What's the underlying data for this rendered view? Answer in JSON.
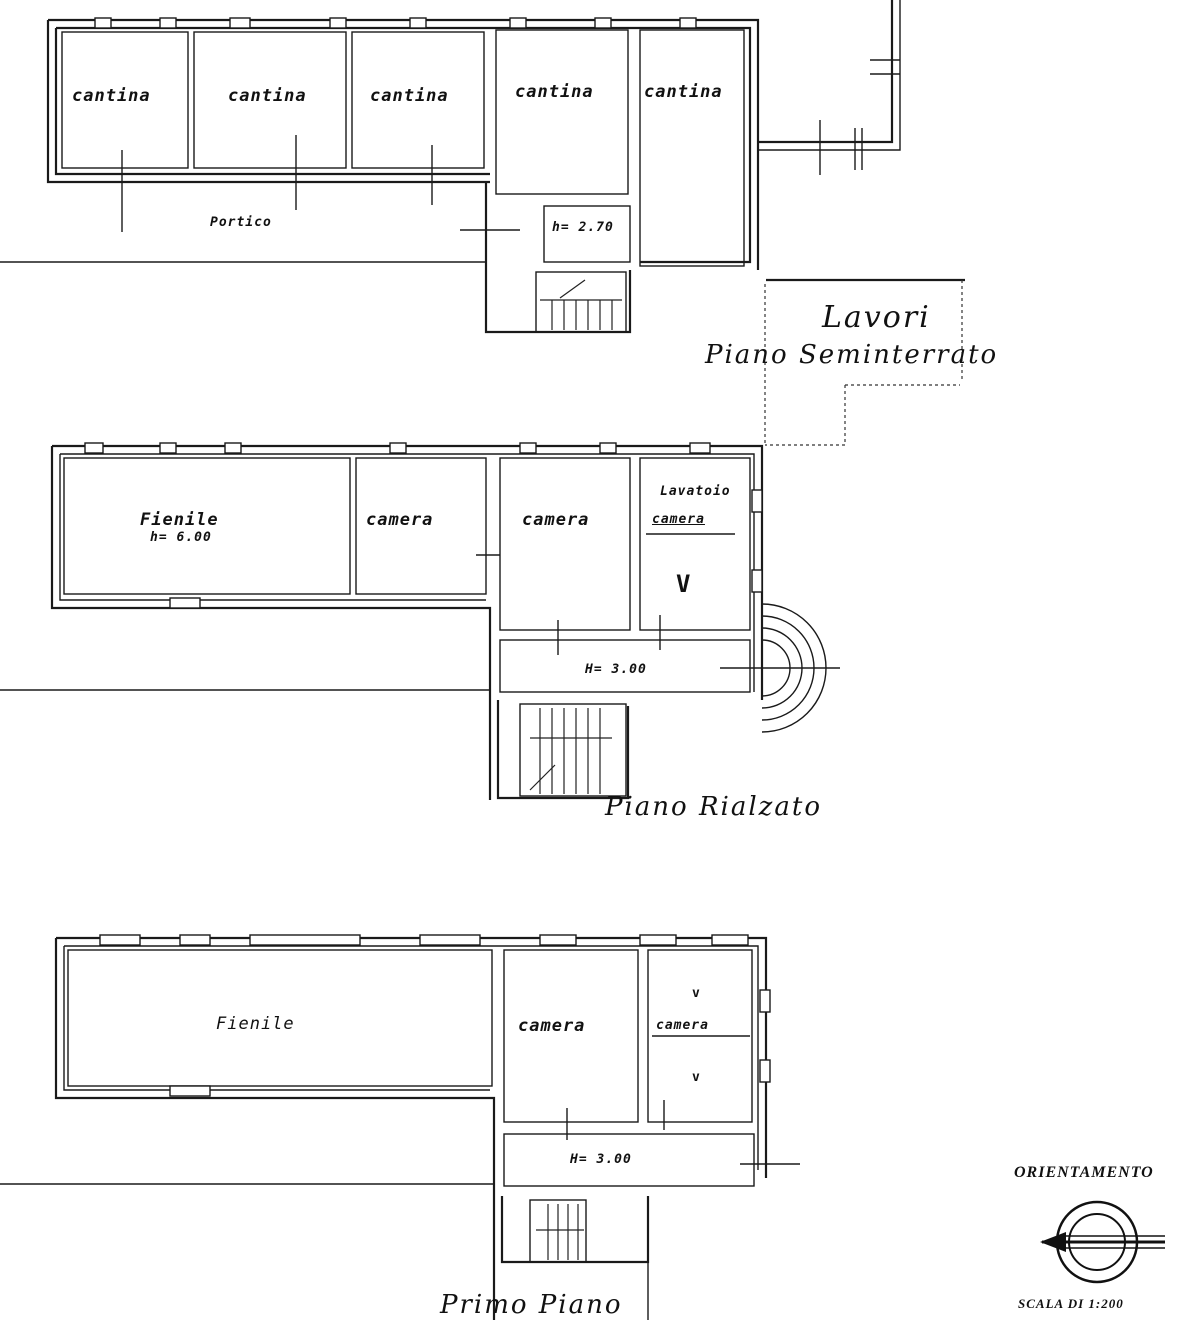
{
  "floors": [
    {
      "name": "Piano Seminterrato",
      "title_annotation": "Piano Seminterrato",
      "scribble": "Lavori",
      "rooms": [
        {
          "label": "cantina"
        },
        {
          "label": "cantina"
        },
        {
          "label": "cantina"
        },
        {
          "label": "cantina"
        },
        {
          "label": "cantina"
        },
        {
          "label": "Portico"
        },
        {
          "label": "h= 2.70"
        }
      ]
    },
    {
      "name": "Piano Rialzato",
      "title_annotation": "Piano Rialzato",
      "rooms": [
        {
          "label": "Fienile",
          "sub": "h= 6.00"
        },
        {
          "label": "camera"
        },
        {
          "label": "camera"
        },
        {
          "label": "camera",
          "note": "Lavatoio",
          "mark": "V"
        },
        {
          "label": "H= 3.00"
        }
      ]
    },
    {
      "name": "Primo Piano",
      "title_annotation": "Primo Piano",
      "rooms": [
        {
          "label": "Fienile"
        },
        {
          "label": "camera"
        },
        {
          "label": "camera",
          "marks": [
            "v",
            "v"
          ]
        },
        {
          "label": "H= 3.00"
        }
      ]
    }
  ],
  "legend": {
    "orientation_title": "ORIENTAMENTO",
    "scale_label": "SCALA DI 1:200",
    "compass_icon": "orientation-compass-icon"
  }
}
